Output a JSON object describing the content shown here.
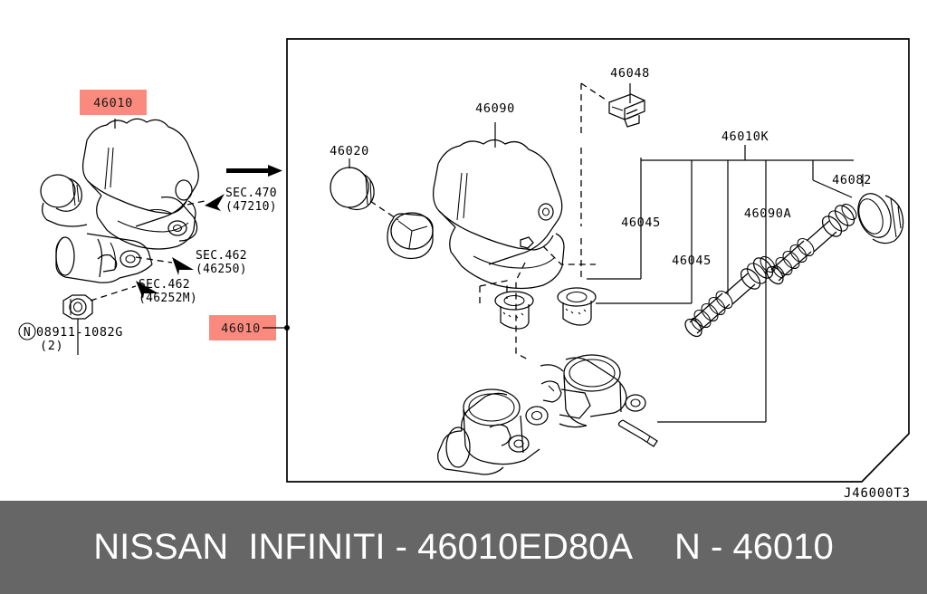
{
  "diagram": {
    "id_code": "J46000T3",
    "highlight_color": "#fa8a7e",
    "left_view": {
      "highlight_label": "46010",
      "callouts": [
        {
          "text_line1": "SEC.470",
          "text_line2": "(47210)"
        },
        {
          "text_line1": "SEC.462",
          "text_line2": "(46250)"
        },
        {
          "text_line1": "SEC.462",
          "text_line2": "(46252M)"
        }
      ],
      "fastener": {
        "symbol": "N",
        "part_number": "08911-1082G",
        "quantity": "(2)"
      }
    },
    "link_label": {
      "highlight_label": "46010"
    },
    "right_view": {
      "parts": [
        {
          "number": "46020",
          "name": "reservoir-cap"
        },
        {
          "number": "46090",
          "name": "reservoir-tank"
        },
        {
          "number": "46048",
          "name": "level-sensor-connector"
        },
        {
          "number": "46010K",
          "name": "repair-kit"
        },
        {
          "number": "46082",
          "name": "cylinder-boot"
        },
        {
          "number": "46090A",
          "name": "secondary-piston-assembly"
        },
        {
          "number": "46045",
          "name": "primary-piston-assembly"
        },
        {
          "number": "46045",
          "name": "piston-cup-set"
        }
      ]
    }
  },
  "footer": {
    "brand": "NISSAN  INFINITI",
    "separator": " - ",
    "part_number": "46010ED80A",
    "section_code": "N - 46010"
  }
}
